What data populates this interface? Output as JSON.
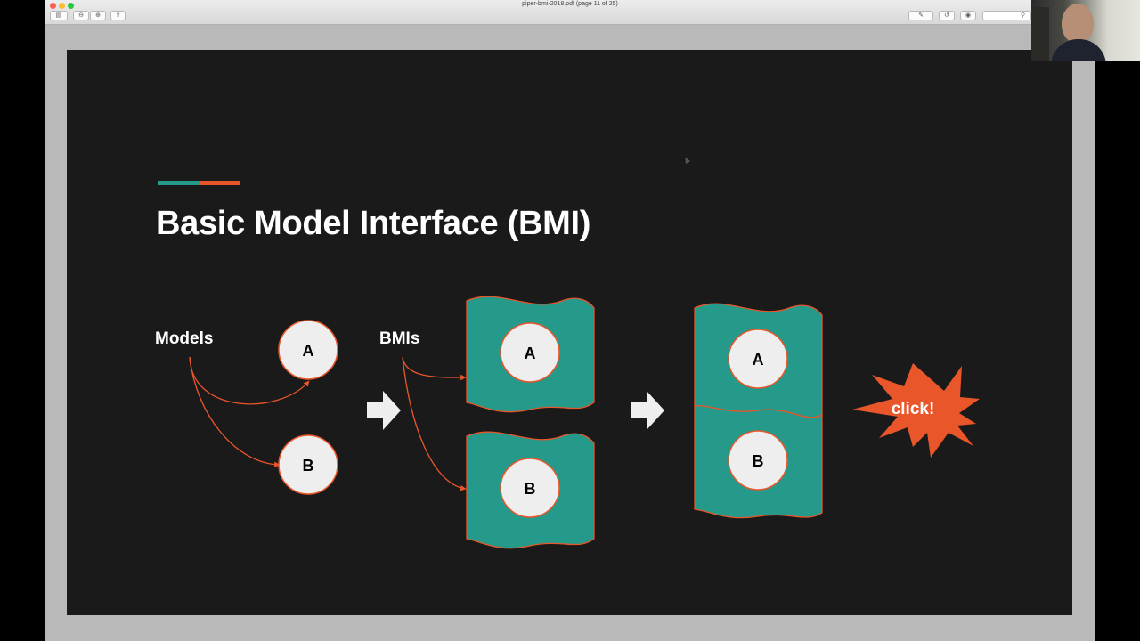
{
  "window": {
    "title": "piper-bmi-2018.pdf (page 11 of 25)",
    "toolbar": {
      "sidebar_icon": "sidebar-icon",
      "zoom_out_icon": "zoom-out-icon",
      "zoom_in_icon": "zoom-in-icon",
      "share_icon": "share-icon",
      "markup_icon": "pen-icon",
      "rotate_icon": "rotate-icon",
      "annotate_icon": "annotate-icon",
      "search_icon": "search-icon"
    }
  },
  "slide": {
    "title": "Basic Model Interface (BMI)",
    "models_label": "Models",
    "bmis_label": "BMIs",
    "model_a": "A",
    "model_b": "B",
    "bmi_a": "A",
    "bmi_b": "B",
    "combined_a": "A",
    "combined_b": "B",
    "burst_text": "click!",
    "colors": {
      "teal": "#25998a",
      "orange": "#e8562a",
      "background": "#1b1a1a",
      "circle_fill": "#eeeeee"
    }
  }
}
